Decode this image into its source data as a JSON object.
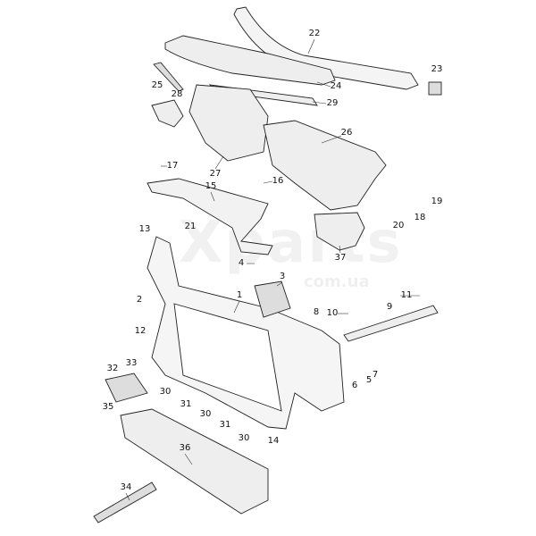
{
  "watermark": {
    "brand": "Xparts",
    "domain": "com.ua"
  },
  "callouts": [
    "1",
    "2",
    "3",
    "4",
    "5",
    "6",
    "7",
    "8",
    "9",
    "10",
    "11",
    "12",
    "13",
    "14",
    "15",
    "16",
    "17",
    "18",
    "19",
    "20",
    "21",
    "22",
    "23",
    "24",
    "25",
    "26",
    "27",
    "28",
    "29",
    "30",
    "31",
    "32",
    "33",
    "34",
    "35",
    "36",
    "37"
  ]
}
